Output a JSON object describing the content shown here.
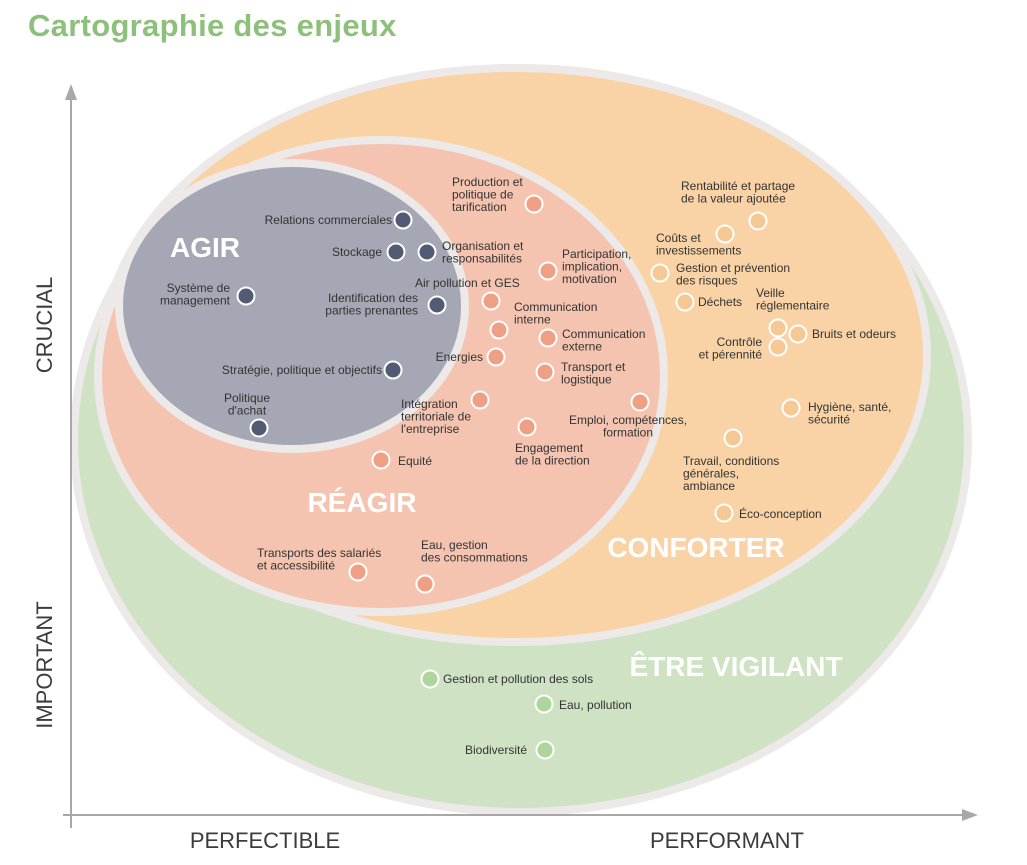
{
  "title": "Cartographie des enjeux",
  "axes": {
    "y_high": "CRUCIAL",
    "y_low": "IMPORTANT",
    "x_low": "PERFECTIBLE",
    "x_high": "PERFORMANT"
  },
  "zones": {
    "agir": {
      "label": "AGIR",
      "color": "#a5a7b4"
    },
    "reagir": {
      "label": "RÉAGIR",
      "color": "#f5c4b0"
    },
    "conforter": {
      "label": "CONFORTER",
      "color": "#f9d3a6"
    },
    "vigilant": {
      "label": "ÊTRE VIGILANT",
      "color": "#cfe3c4"
    }
  },
  "dot_colors": {
    "agir": "#525a74",
    "reagir": "#ee9f84",
    "conforter": "#f6c894",
    "vigilant": "#aed59c"
  },
  "items": {
    "relations_commerciales": "Relations commerciales",
    "stockage": "Stockage",
    "organisation": [
      "Organisation et",
      "responsabilités"
    ],
    "systeme_management": [
      "Système de",
      "management"
    ],
    "identification": [
      "Identification des",
      "parties prenantes"
    ],
    "strategie": "Stratégie, politique et objectifs",
    "politique_achat": [
      "Politique",
      "d'achat"
    ],
    "production": [
      "Production et",
      "politique de",
      "tarification"
    ],
    "participation": [
      "Participation,",
      "implication,",
      "motivation"
    ],
    "air_pollution": "Air pollution et GES",
    "comm_interne": [
      "Communication",
      "interne"
    ],
    "comm_externe": [
      "Communication",
      "externe"
    ],
    "energies": "Energies",
    "transport_logistique": [
      "Transport et",
      "logistique"
    ],
    "integration": [
      "Intégration",
      "territoriale de",
      "l'entreprise"
    ],
    "emploi": [
      "Emploi, compétences,",
      "formation"
    ],
    "engagement": [
      "Engagement",
      "de la direction"
    ],
    "equite": "Equité",
    "transports_salaries": [
      "Transports des salariés",
      "et accessibilité"
    ],
    "eau_gestion": [
      "Eau, gestion",
      "des consommations"
    ],
    "rentabilite": [
      "Rentabilité et partage",
      "de la valeur ajoutée"
    ],
    "couts": [
      "Coûts et",
      "investissements"
    ],
    "gestion_risques": [
      "Gestion et prévention",
      "des risques"
    ],
    "dechets": "Déchets",
    "veille": [
      "Veille",
      "réglementaire"
    ],
    "bruits": "Bruits et odeurs",
    "controle": [
      "Contrôle",
      "et pérennité"
    ],
    "hygiene": [
      "Hygiène, santé,",
      "sécurité"
    ],
    "travail": [
      "Travail, conditions",
      "générales,",
      "ambiance"
    ],
    "eco_conception": "Éco-conception",
    "gestion_sols": "Gestion et pollution des sols",
    "eau_pollution": "Eau, pollution",
    "biodiversite": "Biodiversité"
  }
}
